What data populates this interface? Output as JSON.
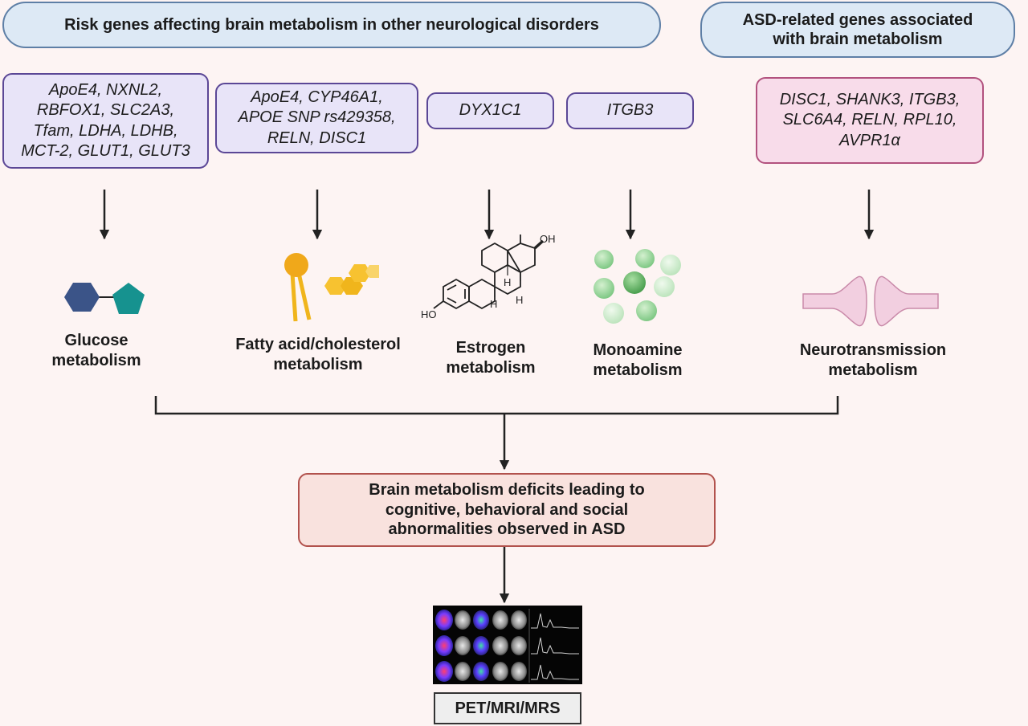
{
  "headers": {
    "left": "Risk genes affecting brain metabolism in other neurological disorders",
    "right": "ASD-related genes associated\nwith brain metabolism"
  },
  "gene_boxes": [
    {
      "text": "ApoE4, NXNL2,\nRBFOX1, SLC2A3,\nTfam, LDHA, LDHB,\nMCT-2, GLUT1, GLUT3"
    },
    {
      "text": "ApoE4, CYP46A1,\nAPOE SNP rs429358,\nRELN, DISC1"
    },
    {
      "text": "DYX1C1"
    },
    {
      "text": "ITGB3"
    },
    {
      "text": "DISC1, SHANK3, ITGB3,\nSLC6A4, RELN, RPL10,\nAVPR1α"
    }
  ],
  "categories": [
    {
      "label": "Glucose\nmetabolism"
    },
    {
      "label": "Fatty acid/cholesterol\nmetabolism"
    },
    {
      "label": "Estrogen\nmetabolism"
    },
    {
      "label": "Monoamine\nmetabolism"
    },
    {
      "label": "Neurotransmission\nmetabolism"
    }
  ],
  "estrogen_structure_labels": {
    "oh_top": "OH",
    "oh_left": "HO",
    "h1": "H",
    "h2": "H",
    "h3": "H"
  },
  "outcome": "Brain metabolism deficits leading to\ncognitive, behavioral and social\nabnormalities observed in ASD",
  "method": "PET/MRI/MRS",
  "colors": {
    "background": "#fdf4f3",
    "header_fill": "#dde9f5",
    "header_border": "#5e7fa6",
    "gene_box_fill": "#e8e4f8",
    "gene_box_border": "#5b4796",
    "asd_box_fill": "#f8dcea",
    "asd_box_border": "#b2527e",
    "outcome_fill": "#f9e2de",
    "outcome_border": "#b2524d",
    "glucose_hexagon": "#3b5488",
    "glucose_pentagon": "#16928f",
    "lipid": "#f0b51c",
    "monoamine": "#6fbf73",
    "synapse": "#f2cfe0"
  }
}
